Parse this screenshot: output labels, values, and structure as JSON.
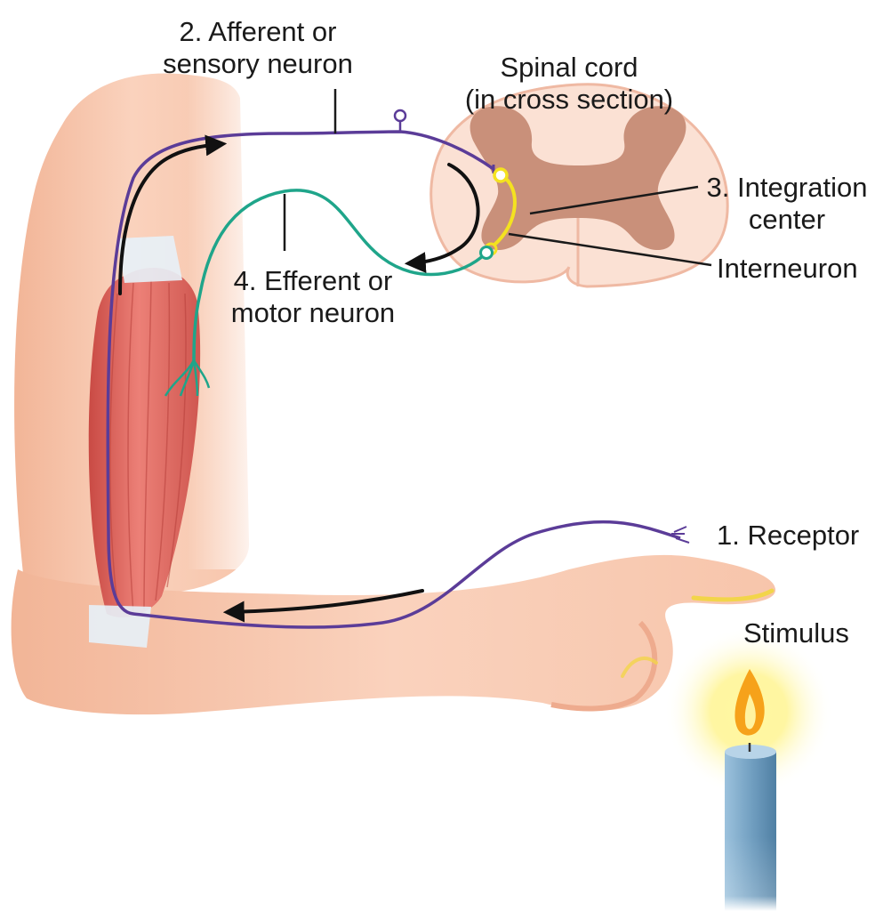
{
  "labels": {
    "afferent_line1": "2. Afferent or",
    "afferent_line2": "sensory neuron",
    "spinal_line1": "Spinal cord",
    "spinal_line2": "(in cross section)",
    "integration_line1": "3. Integration",
    "integration_line2": "center",
    "interneuron": "Interneuron",
    "efferent_line1": "4. Efferent or",
    "efferent_line2": "motor neuron",
    "receptor": "1. Receptor",
    "stimulus": "Stimulus"
  },
  "colors": {
    "skin": "#f8c9b0",
    "skin_shadow": "#eeab8e",
    "muscle": "#e06a62",
    "grey_matter": "#c9907a",
    "spinal_white": "#fbe1d4",
    "afferent_neuron": "#5b3c98",
    "efferent_neuron": "#1fa58a",
    "interneuron": "#f4e220",
    "arrow": "#111111",
    "candle": "#6f9dbf",
    "flame": "#f6a21a"
  }
}
